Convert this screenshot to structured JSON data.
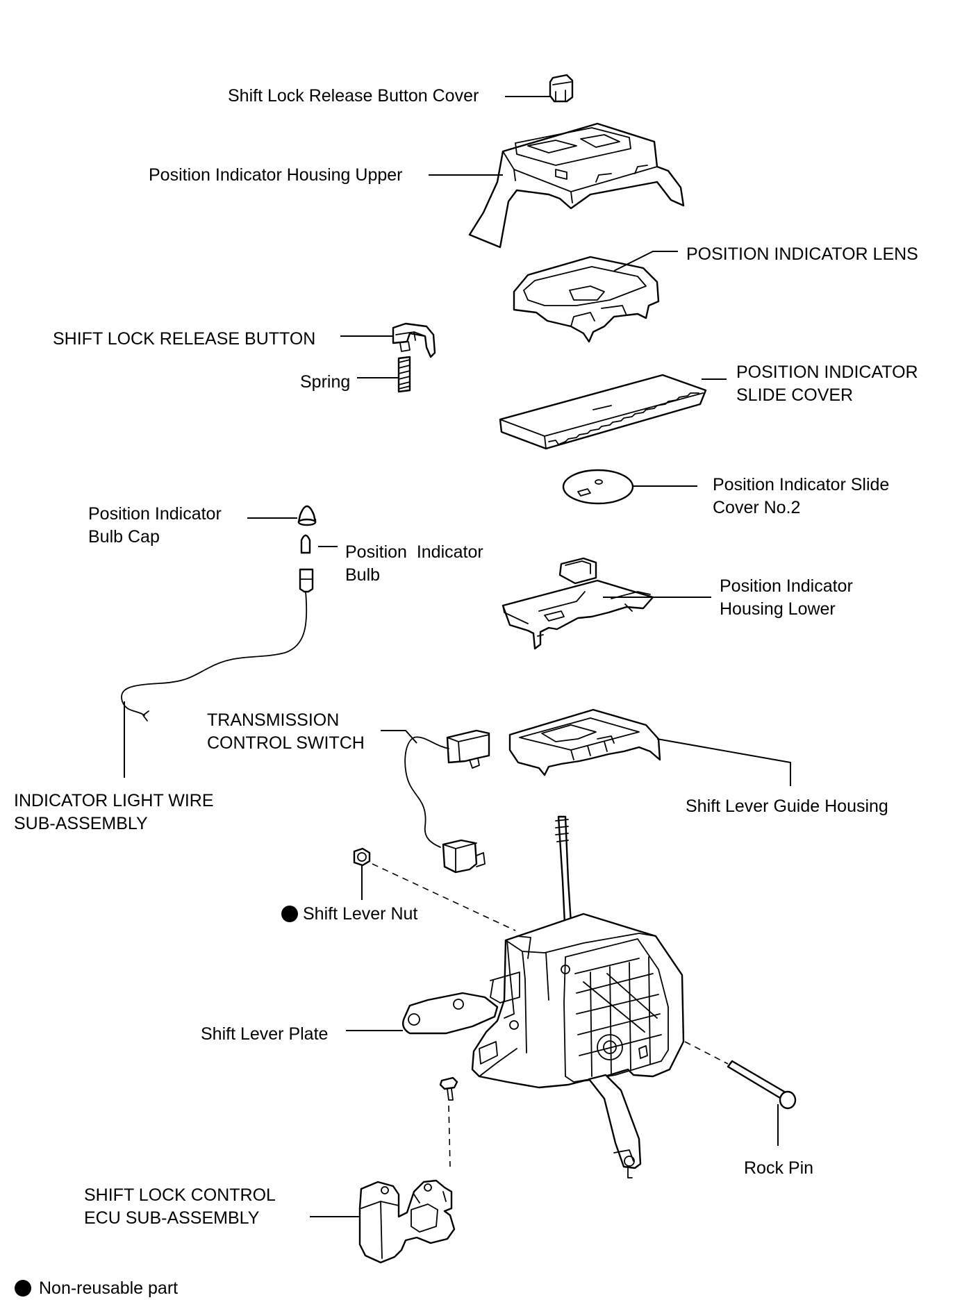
{
  "labels": {
    "shift_lock_release_button_cover": "Shift Lock Release Button Cover",
    "position_indicator_housing_upper": "Position Indicator Housing Upper",
    "position_indicator_lens": "POSITION INDICATOR LENS",
    "shift_lock_release_button": "SHIFT LOCK RELEASE BUTTON",
    "spring": "Spring",
    "position_indicator_slide_cover_line1": "POSITION INDICATOR",
    "position_indicator_slide_cover_line2": "SLIDE COVER",
    "position_indicator_slide_cover_no2_line1": "Position Indicator Slide",
    "position_indicator_slide_cover_no2_line2": "Cover No.2",
    "position_indicator_bulb_cap_line1": "Position Indicator",
    "position_indicator_bulb_cap_line2": "Bulb Cap",
    "position_indicator_bulb_line1": "Position  Indicator",
    "position_indicator_bulb_line2": "Bulb",
    "position_indicator_housing_lower_line1": "Position Indicator",
    "position_indicator_housing_lower_line2": "Housing Lower",
    "transmission_control_switch_line1": "TRANSMISSION",
    "transmission_control_switch_line2": "CONTROL SWITCH",
    "shift_lever_guide_housing": "Shift Lever Guide Housing",
    "indicator_light_wire_line1": "INDICATOR LIGHT WIRE",
    "indicator_light_wire_line2": "SUB-ASSEMBLY",
    "shift_lever_nut": "Shift Lever Nut",
    "shift_lever_plate": "Shift Lever Plate",
    "rock_pin": "Rock Pin",
    "shift_lock_control_ecu_line1": "SHIFT LOCK CONTROL",
    "shift_lock_control_ecu_line2": "ECU SUB-ASSEMBLY"
  },
  "legend": {
    "marker": "solid-circle",
    "text": "Non-reusable part"
  }
}
